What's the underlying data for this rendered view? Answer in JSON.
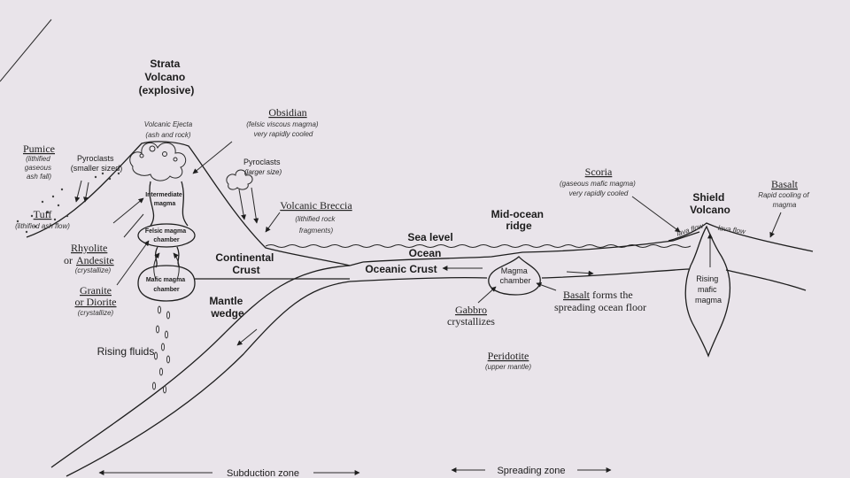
{
  "labels": {
    "strata_volcano": [
      "Strata",
      "Volcano",
      "(explosive)"
    ],
    "volcanic_ejecta": "Volcanic Ejecta",
    "volcanic_ejecta_note": "(ash and rock)",
    "obsidian": "Obsidian",
    "obsidian_note": [
      "(felsic viscous magma)",
      "very rapidly cooled"
    ],
    "pumice": "Pumice",
    "pumice_note": [
      "(lithified",
      "gaseous",
      "ash fall)"
    ],
    "pyroclasts_small": [
      "Pyroclasts",
      "(smaller sized)"
    ],
    "pyroclasts_large": [
      "Pyroclasts",
      "(larger size)"
    ],
    "tuff": "Tuff",
    "tuff_note": "(lithified ash flow)",
    "intermediate_magma": [
      "Intermediate",
      "magma"
    ],
    "felsic_chamber": [
      "Felsic magma",
      "chamber"
    ],
    "mafic_chamber": [
      "Mafic magma",
      "chamber"
    ],
    "volcanic_breccia": "Volcanic Breccia",
    "volcanic_breccia_note": [
      "(lithified rock",
      "fragments)"
    ],
    "rhyolite_line": [
      "Rhyolite",
      "or",
      "Andesite"
    ],
    "crystallize": "(crystallize)",
    "granite_line": [
      "Granite",
      "or Diorite"
    ],
    "continental_crust": [
      "Continental",
      "Crust"
    ],
    "mantle_wedge": [
      "Mantle",
      "wedge"
    ],
    "rising_fluids": "Rising fluids",
    "sea_level": "Sea level",
    "ocean": "Ocean",
    "oceanic_crust": "Oceanic Crust",
    "mid_ocean_ridge": [
      "Mid-ocean",
      "ridge"
    ],
    "magma_chamber_ridge": [
      "Magma",
      "chamber"
    ],
    "gabbro": "Gabbro",
    "gabbro_crystallizes": "crystallizes",
    "basalt_floor": "Basalt",
    "basalt_floor_rest": " forms the",
    "basalt_floor_line2": "spreading ocean floor",
    "peridotite": "Peridotite",
    "peridotite_note": "(upper mantle)",
    "scoria": "Scoria",
    "scoria_note": [
      "(gaseous mafic magma)",
      "very rapidly cooled"
    ],
    "shield_volcano": [
      "Shield",
      "Volcano"
    ],
    "basalt_right": "Basalt",
    "basalt_right_note": [
      "Rapid cooling of",
      "magma"
    ],
    "lava_flow": "lava flow",
    "rising_mafic": [
      "Rising",
      "mafic",
      "magma"
    ],
    "subduction_zone": "Subduction zone",
    "spreading_zone": "Spreading zone"
  },
  "colors": {
    "paper": "#e9e4ea",
    "ink": "#1e1e1e"
  }
}
